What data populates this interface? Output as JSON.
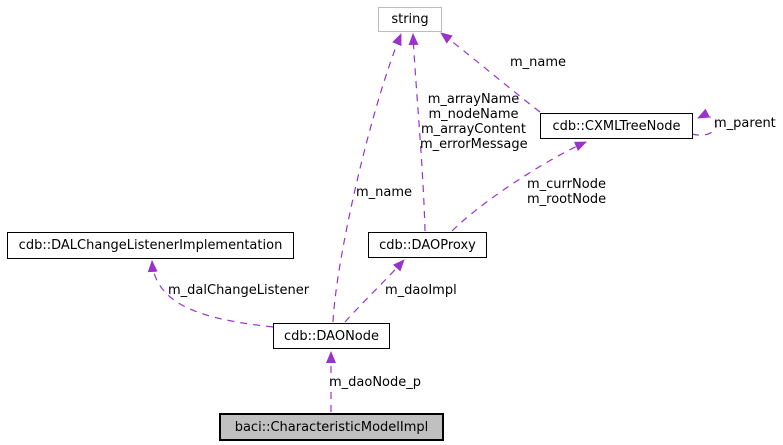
{
  "diagram": {
    "type": "collaboration-diagram",
    "nodes": [
      {
        "id": "string",
        "label": "string"
      },
      {
        "id": "cxml-tree-node",
        "label": "cdb::CXMLTreeNode"
      },
      {
        "id": "dal-change-listener-implementation",
        "label": "cdb::DALChangeListenerImplementation"
      },
      {
        "id": "dao-proxy",
        "label": "cdb::DAOProxy"
      },
      {
        "id": "dao-node",
        "label": "cdb::DAONode"
      },
      {
        "id": "characteristic-model-impl",
        "label": "baci::CharacteristicModelImpl"
      }
    ],
    "edge_labels": [
      {
        "id": "m-name-top",
        "label": "m_name"
      },
      {
        "id": "cxml-string-members",
        "label": "m_arrayName\nm_nodeName\nm_arrayContent\nm_errorMessage"
      },
      {
        "id": "m-parent",
        "label": "m_parent"
      },
      {
        "id": "tree-node-members",
        "label": "m_currNode\nm_rootNode"
      },
      {
        "id": "m-name-mid",
        "label": "m_name"
      },
      {
        "id": "m-dal-change-listener",
        "label": "m_dalChangeListener"
      },
      {
        "id": "m-dao-impl",
        "label": "m_daoImpl"
      },
      {
        "id": "m-dao-node-p",
        "label": "m_daoNode_p"
      }
    ],
    "colors": {
      "edge": "#9a32cc",
      "node_border": "#000000",
      "external_node_border": "#bcbcbc",
      "current_node_fill": "#c0c0c0",
      "background": "#ffffff",
      "text": "#000000"
    }
  }
}
